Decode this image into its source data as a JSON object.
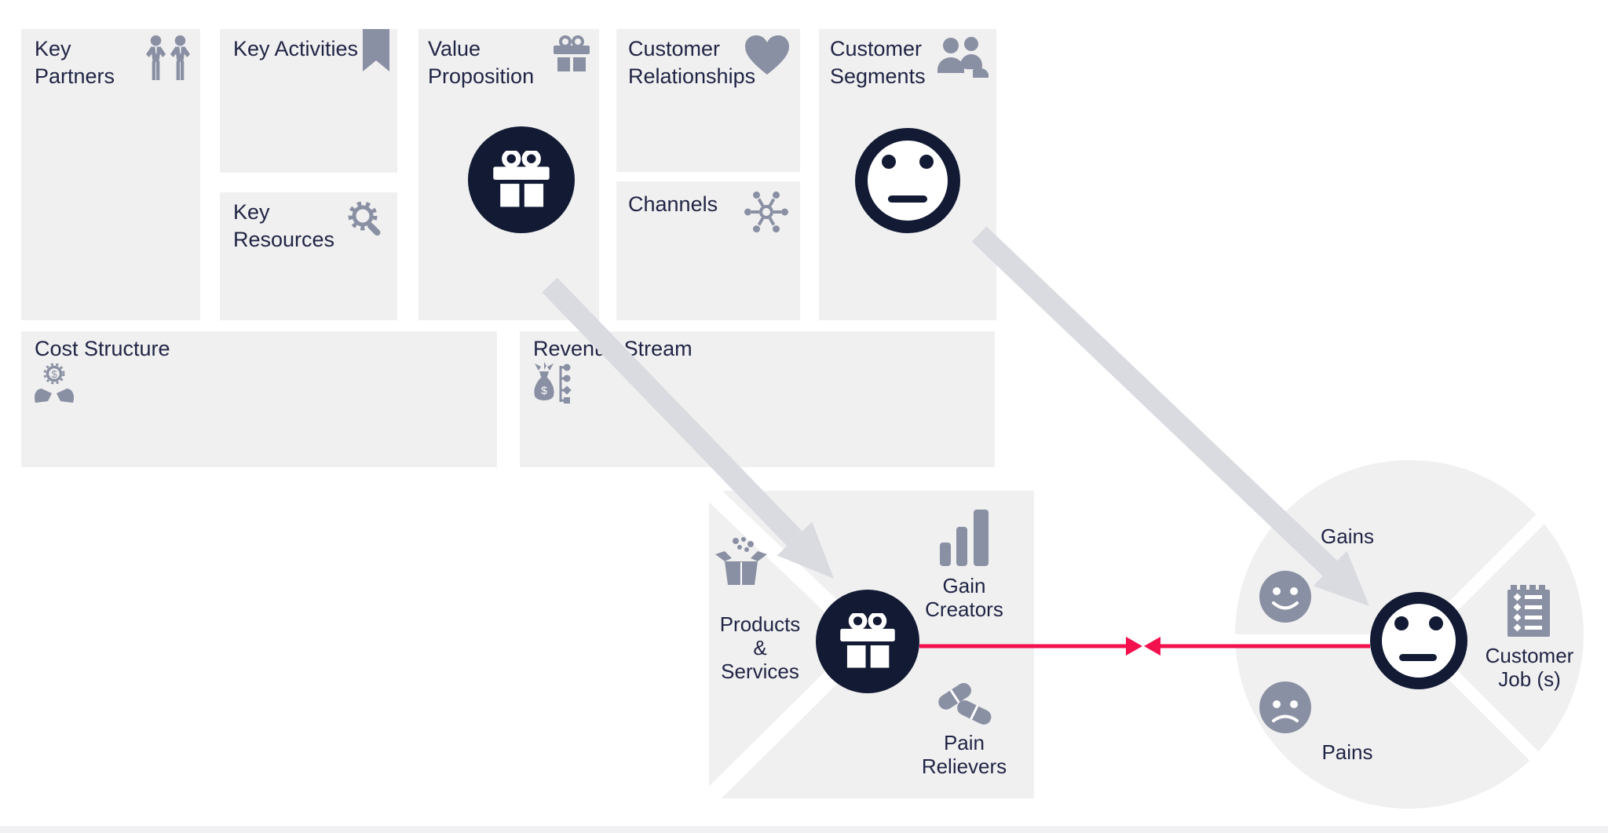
{
  "colors": {
    "background": "#ffffff",
    "box_bg": "#f0f0f0",
    "title_text": "#1f2444",
    "icon_gray": "#8a90a3",
    "dark_navy": "#121a34",
    "arrow_gray": "#d9dbe0",
    "connector_red": "#f2104d",
    "bottom_strip": "#f1f1f3"
  },
  "business_model_canvas": {
    "key_partners": {
      "label": "Key\nPartners",
      "icon": "two-businessmen-icon"
    },
    "key_activities": {
      "label": "Key Activities",
      "icon": "bookmark-icon"
    },
    "key_resources": {
      "label": "Key\nResources",
      "icon": "gear-magnifier-icon"
    },
    "value_proposition": {
      "label": "Value\nProposition",
      "icon": "gift-icon",
      "center_icon": "gift-badge-icon"
    },
    "customer_relationships": {
      "label": "Customer\nRelationships",
      "icon": "heart-icon"
    },
    "channels": {
      "label": "Channels",
      "icon": "network-hub-icon"
    },
    "customer_segments": {
      "label": "Customer\nSegments",
      "icon": "people-group-icon",
      "center_icon": "neutral-face-icon"
    },
    "cost_structure": {
      "label": "Cost Structure",
      "icon": "hands-coin-icon"
    },
    "revenue_stream": {
      "label": "Revenue Stream",
      "icon": "money-bag-flow-icon"
    }
  },
  "value_proposition_canvas": {
    "value_map": {
      "products_services": {
        "label": "Products\n&\nServices",
        "icon": "open-box-icon"
      },
      "gain_creators": {
        "label": "Gain\nCreators",
        "icon": "bar-chart-icon"
      },
      "pain_relievers": {
        "label": "Pain\nRelievers",
        "icon": "pills-icon"
      },
      "center_icon": "gift-badge-icon"
    },
    "customer_profile": {
      "gains": {
        "label": "Gains",
        "icon": "smiley-face-icon"
      },
      "pains": {
        "label": "Pains",
        "icon": "sad-face-icon"
      },
      "customer_jobs": {
        "label": "Customer\nJob (s)",
        "icon": "task-list-icon"
      },
      "center_icon": "neutral-face-icon"
    }
  },
  "connectors": {
    "value_proposition_to_value_map": "gray-arrow",
    "customer_segments_to_customer_profile": "gray-arrow",
    "fit_connector": "red-double-arrow"
  }
}
